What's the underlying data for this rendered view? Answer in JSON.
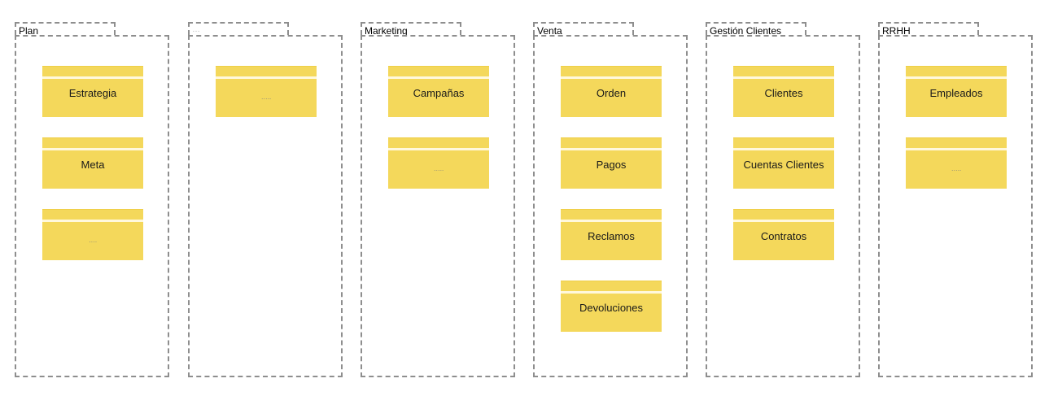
{
  "packages": [
    {
      "title": "Plan",
      "faint": false,
      "cards": [
        "Estrategia",
        "Meta",
        "…."
      ]
    },
    {
      "title": "…",
      "faint": true,
      "cards": [
        "….."
      ]
    },
    {
      "title": "Marketing",
      "faint": false,
      "cards": [
        "Campañas",
        "….."
      ]
    },
    {
      "title": "Venta",
      "faint": false,
      "cards": [
        "Orden",
        "Pagos",
        "Reclamos",
        "Devoluciones"
      ]
    },
    {
      "title": "Gestión Clientes",
      "faint": false,
      "cards": [
        "Clientes",
        "Cuentas Clientes",
        "Contratos"
      ]
    },
    {
      "title": "RRHH",
      "faint": false,
      "cards": [
        "Empleados",
        "….."
      ]
    }
  ],
  "colors": {
    "card_fill": "#f4d85b",
    "border": "#8e8e8e",
    "background": "#ffffff"
  }
}
